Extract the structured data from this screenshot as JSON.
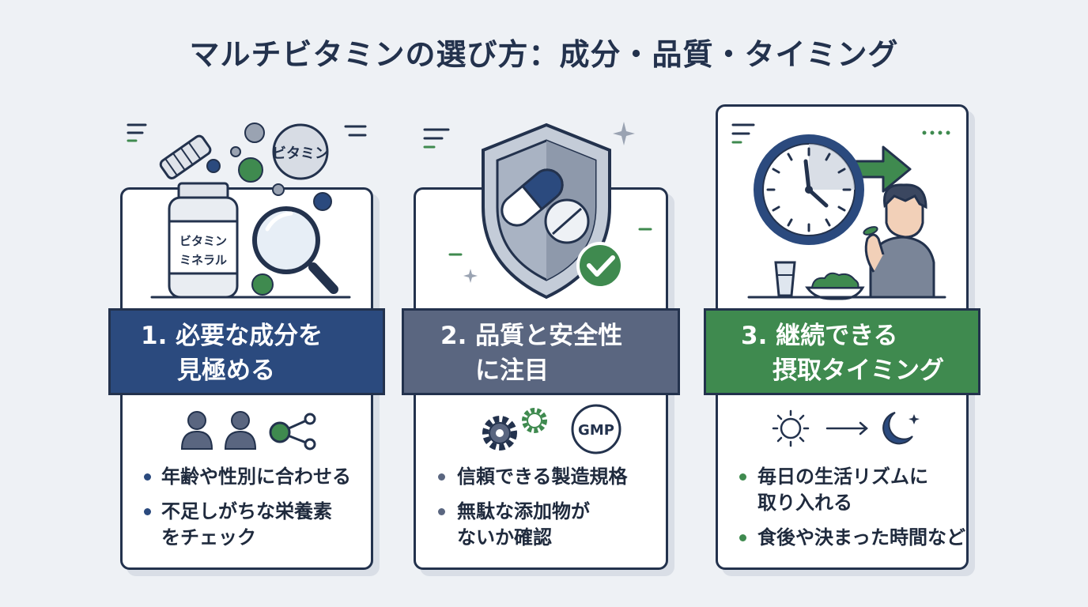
{
  "title": "マルチビタミンの選び方：成分・品質・タイミング",
  "colors": {
    "navy": "#2b4a7e",
    "slate": "#5a6680",
    "green": "#3f8a4f",
    "outline": "#23324d"
  },
  "cards": [
    {
      "banner_line1": "1. 必要な成分を",
      "banner_line2": "見極める",
      "bottle_label_line1": "ビタミン",
      "bottle_label_line2": "ミネラル",
      "bubble_label": "ビタミン",
      "icons": [
        "people-icon",
        "molecule-icon",
        "magnifier-icon",
        "bottle-icon"
      ],
      "bullets": [
        {
          "line1": "年齢や性別に合わせる",
          "line2": ""
        },
        {
          "line1": "不足しがちな栄養素",
          "line2": "をチェック"
        }
      ]
    },
    {
      "banner_line1": "2. 品質と安全性",
      "banner_line2": "に注目",
      "badge_label": "GMP",
      "icons": [
        "shield-icon",
        "capsule-icon",
        "check-icon",
        "gears-icon",
        "gmp-badge-icon"
      ],
      "bullets": [
        {
          "line1": "信頼できる製造規格",
          "line2": ""
        },
        {
          "line1": "無駄な添加物が",
          "line2": "ないか確認"
        }
      ]
    },
    {
      "banner_line1": "3. 継続できる",
      "banner_line2": "摂取タイミング",
      "icons": [
        "clock-icon",
        "arrow-right-icon",
        "person-taking-pill-icon",
        "sun-icon",
        "moon-icon"
      ],
      "bullets": [
        {
          "line1": "毎日の生活リズムに",
          "line2": "取り入れる"
        },
        {
          "line1": "食後や決まった時間など",
          "line2": ""
        }
      ]
    }
  ]
}
